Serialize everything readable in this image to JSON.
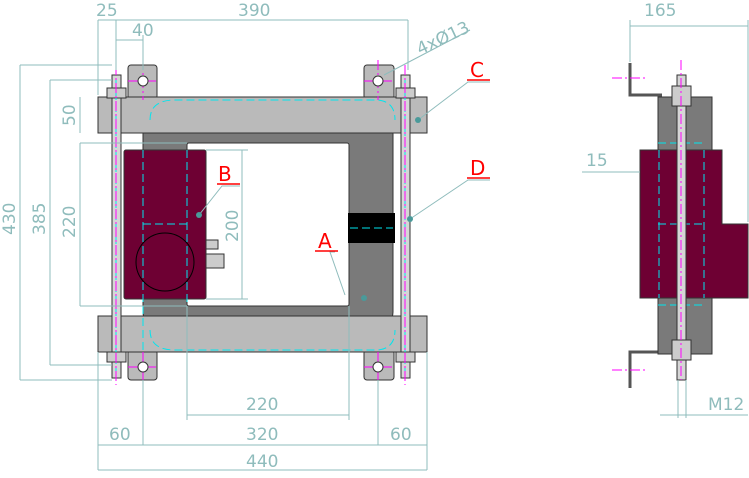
{
  "drawing": {
    "labels": {
      "a": "A",
      "b": "B",
      "c": "C",
      "d": "D"
    },
    "dimensions": {
      "d25": "25",
      "d390": "390",
      "d40": "40",
      "holes": "4xØ13",
      "d430": "430",
      "d385": "385",
      "d50": "50",
      "d220_left": "220",
      "d200": "200",
      "d220_bottom": "220",
      "d60_left": "60",
      "d320": "320",
      "d60_right": "60",
      "d440": "440",
      "d165": "165",
      "d15": "15",
      "m12": "M12"
    },
    "colors": {
      "winding": "#6e0033",
      "core": "#7a7a7a",
      "yoke": "#bababa",
      "dimension": "#8fbcbc",
      "label": "#ff0000"
    }
  }
}
